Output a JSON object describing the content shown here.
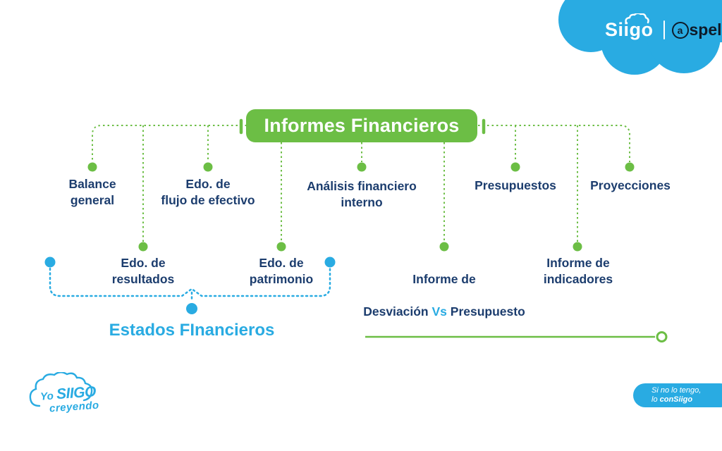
{
  "colors": {
    "green": "#6CBE45",
    "navy": "#1C3D6E",
    "blue": "#29ABE2"
  },
  "title": "Informes Financieros",
  "nodes": {
    "balance": "Balance\ngeneral",
    "flujo": "Edo. de\nflujo de efectivo",
    "analisis": "Análisis financiero\ninterno",
    "presupuestos": "Presupuestos",
    "proyecciones": "Proyecciones",
    "resultados": "Edo. de\nresultados",
    "patrimonio": "Edo. de\npatrimonio",
    "desviacion_line1": "Informe de",
    "desviacion_pre": "Desviación ",
    "desviacion_vs": "Vs",
    "desviacion_post": " Presupuesto",
    "indicadores": "Informe de\nindicadores"
  },
  "estados_financieros_label": "Estados FInancieros",
  "brand": {
    "siigo": "Siigo",
    "aspel_a": "a",
    "aspel_rest": "spel"
  },
  "footer_left": {
    "line1_small": "Yo",
    "line1_big": "SIIGO",
    "line2": "creyendo"
  },
  "footer_right": {
    "line1": "Si no lo tengo,",
    "line2_pre": "lo ",
    "line2_bold": "conSiigo"
  }
}
